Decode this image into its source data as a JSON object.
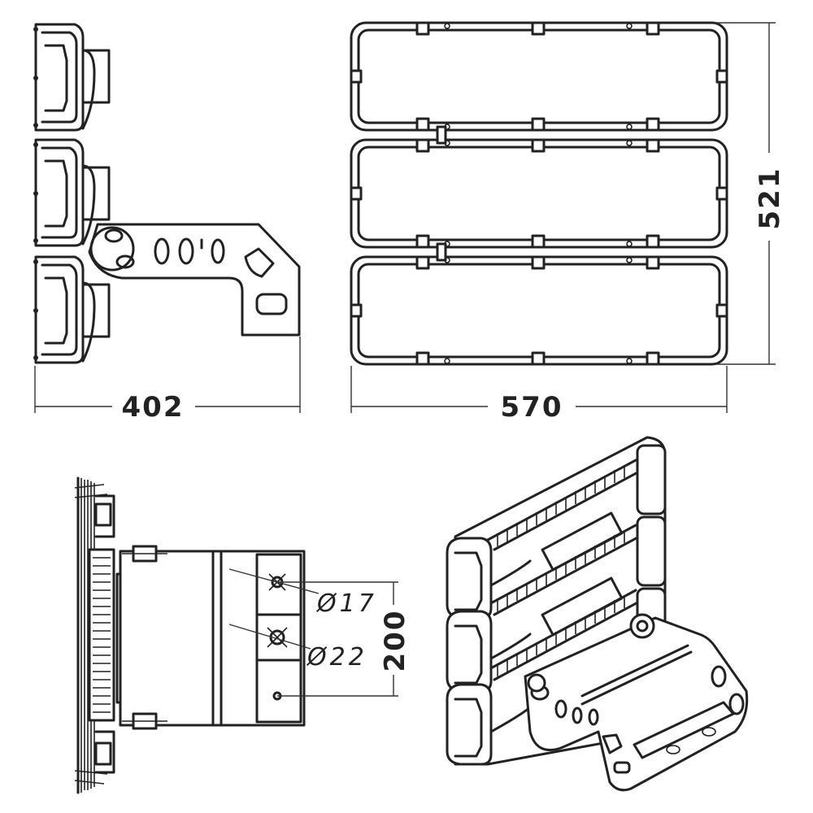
{
  "dimensions": {
    "width_side": "402",
    "width_front": "570",
    "height_front": "521",
    "hole_small": "Ø17",
    "hole_large": "Ø22",
    "hole_spacing": "200"
  }
}
